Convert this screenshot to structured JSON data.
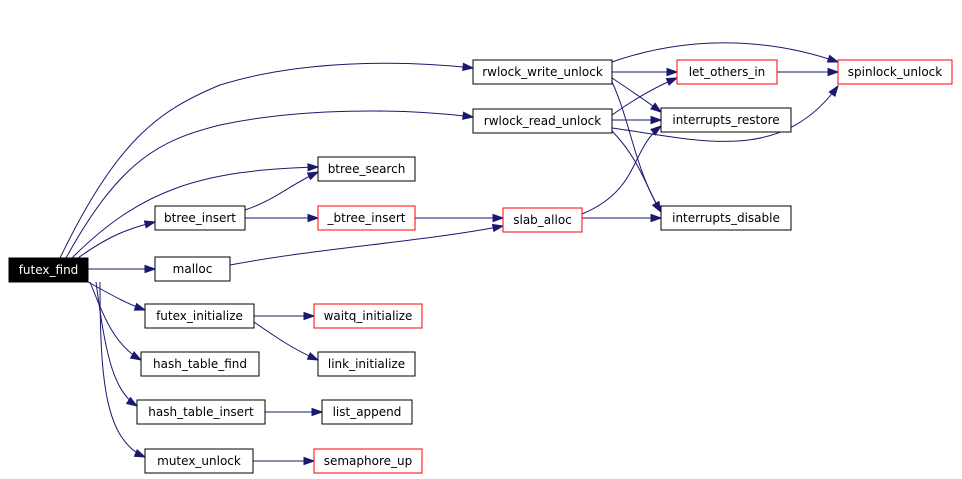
{
  "nodes": [
    {
      "id": "futex_find",
      "label": "futex_find",
      "style": "root"
    },
    {
      "id": "rwlock_write_unlock",
      "label": "rwlock_write_unlock",
      "style": "normal"
    },
    {
      "id": "rwlock_read_unlock",
      "label": "rwlock_read_unlock",
      "style": "normal"
    },
    {
      "id": "btree_search",
      "label": "btree_search",
      "style": "normal"
    },
    {
      "id": "btree_insert",
      "label": "btree_insert",
      "style": "normal"
    },
    {
      "id": "_btree_insert",
      "label": "_btree_insert",
      "style": "red"
    },
    {
      "id": "malloc",
      "label": "malloc",
      "style": "normal"
    },
    {
      "id": "slab_alloc",
      "label": "slab_alloc",
      "style": "red"
    },
    {
      "id": "let_others_in",
      "label": "let_others_in",
      "style": "red"
    },
    {
      "id": "spinlock_unlock",
      "label": "spinlock_unlock",
      "style": "red"
    },
    {
      "id": "interrupts_restore",
      "label": "interrupts_restore",
      "style": "normal"
    },
    {
      "id": "interrupts_disable",
      "label": "interrupts_disable",
      "style": "normal"
    },
    {
      "id": "futex_initialize",
      "label": "futex_initialize",
      "style": "normal"
    },
    {
      "id": "waitq_initialize",
      "label": "waitq_initialize",
      "style": "red"
    },
    {
      "id": "link_initialize",
      "label": "link_initialize",
      "style": "normal"
    },
    {
      "id": "hash_table_find",
      "label": "hash_table_find",
      "style": "normal"
    },
    {
      "id": "hash_table_insert",
      "label": "hash_table_insert",
      "style": "normal"
    },
    {
      "id": "list_append",
      "label": "list_append",
      "style": "normal"
    },
    {
      "id": "mutex_unlock",
      "label": "mutex_unlock",
      "style": "normal"
    },
    {
      "id": "semaphore_up",
      "label": "semaphore_up",
      "style": "red"
    }
  ],
  "edges": [
    {
      "from": "futex_find",
      "to": "rwlock_write_unlock"
    },
    {
      "from": "futex_find",
      "to": "rwlock_read_unlock"
    },
    {
      "from": "futex_find",
      "to": "btree_search"
    },
    {
      "from": "futex_find",
      "to": "btree_insert"
    },
    {
      "from": "futex_find",
      "to": "malloc"
    },
    {
      "from": "futex_find",
      "to": "futex_initialize"
    },
    {
      "from": "futex_find",
      "to": "hash_table_find"
    },
    {
      "from": "futex_find",
      "to": "hash_table_insert"
    },
    {
      "from": "futex_find",
      "to": "mutex_unlock"
    },
    {
      "from": "btree_insert",
      "to": "btree_search"
    },
    {
      "from": "btree_insert",
      "to": "_btree_insert"
    },
    {
      "from": "_btree_insert",
      "to": "slab_alloc"
    },
    {
      "from": "malloc",
      "to": "slab_alloc"
    },
    {
      "from": "slab_alloc",
      "to": "interrupts_disable"
    },
    {
      "from": "slab_alloc",
      "to": "interrupts_restore"
    },
    {
      "from": "rwlock_write_unlock",
      "to": "let_others_in"
    },
    {
      "from": "rwlock_write_unlock",
      "to": "spinlock_unlock"
    },
    {
      "from": "rwlock_write_unlock",
      "to": "interrupts_restore"
    },
    {
      "from": "rwlock_write_unlock",
      "to": "interrupts_disable"
    },
    {
      "from": "rwlock_read_unlock",
      "to": "let_others_in"
    },
    {
      "from": "rwlock_read_unlock",
      "to": "interrupts_restore"
    },
    {
      "from": "rwlock_read_unlock",
      "to": "spinlock_unlock"
    },
    {
      "from": "rwlock_read_unlock",
      "to": "interrupts_disable"
    },
    {
      "from": "let_others_in",
      "to": "spinlock_unlock"
    },
    {
      "from": "futex_initialize",
      "to": "waitq_initialize"
    },
    {
      "from": "futex_initialize",
      "to": "link_initialize"
    },
    {
      "from": "hash_table_insert",
      "to": "list_append"
    },
    {
      "from": "mutex_unlock",
      "to": "semaphore_up"
    }
  ]
}
